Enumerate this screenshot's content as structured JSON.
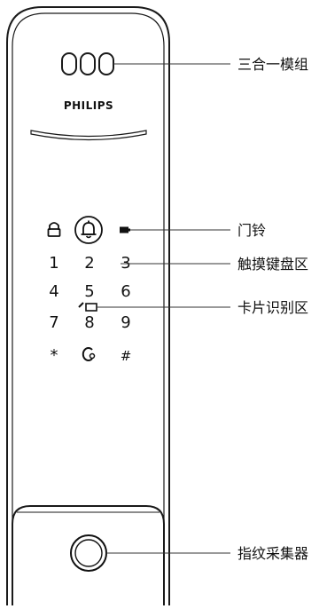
{
  "brand": "PHILIPS",
  "keypad": {
    "row1": [
      "1",
      "2",
      "3"
    ],
    "row2": [
      "4",
      "5",
      "6"
    ],
    "row3": [
      "7",
      "8",
      "9"
    ],
    "row4": [
      "*",
      "#"
    ]
  },
  "callouts": {
    "camera_module": "三合一模组",
    "doorbell": "门铃",
    "touch_keypad": "触摸键盘区",
    "card_reader": "卡片识别区",
    "fingerprint": "指纹采集器"
  },
  "colors": {
    "outline": "#1a1a1a",
    "key_text": "#111111",
    "leader_line": "#333333",
    "background": "#ffffff"
  },
  "icons": [
    "camera-lens-icon",
    "lock-icon",
    "doorbell-icon",
    "battery-icon",
    "card-icon",
    "key-icon",
    "fingerprint-sensor-icon"
  ]
}
